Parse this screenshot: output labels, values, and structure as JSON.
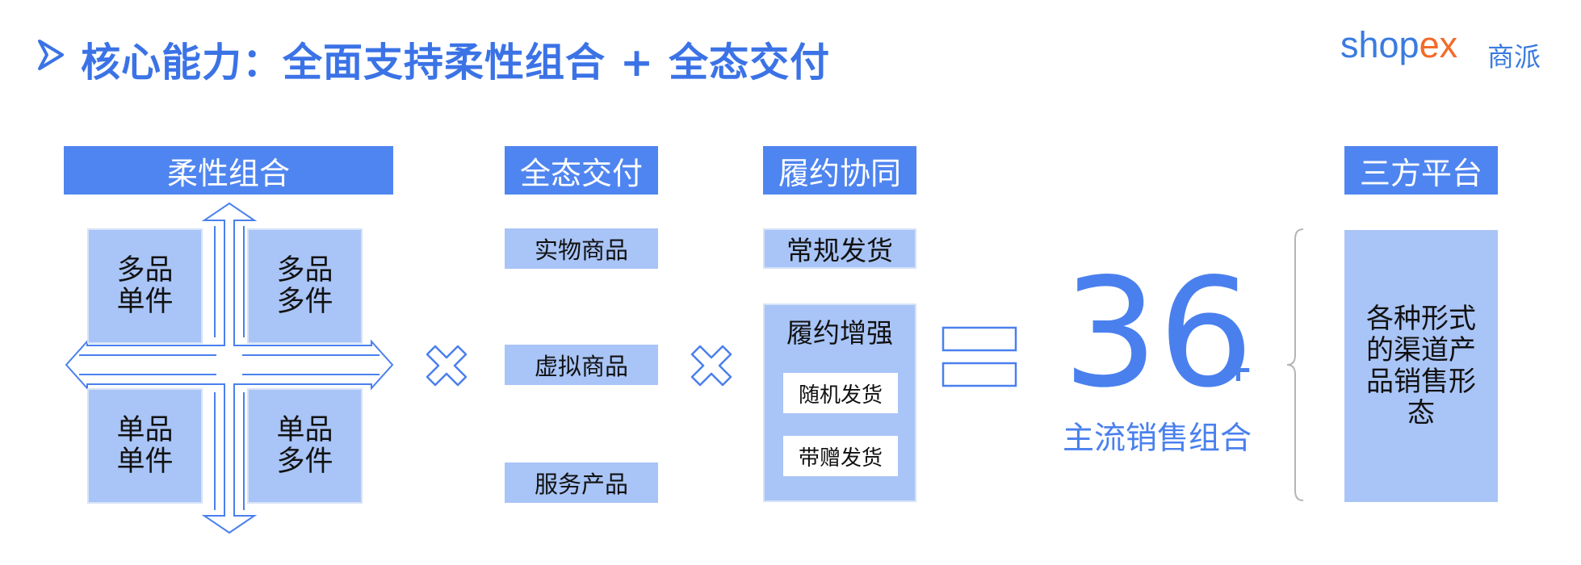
{
  "header": {
    "title": "核心能力：全面支持柔性组合 + 全态交付",
    "logo_text": "shopex",
    "logo_cn": "商派"
  },
  "flex_combo": {
    "header": "柔性组合",
    "quadrants": {
      "top_left": [
        "多品",
        "单件"
      ],
      "top_right": [
        "多品",
        "多件"
      ],
      "bottom_left": [
        "单品",
        "单件"
      ],
      "bottom_right": [
        "单品",
        "多件"
      ]
    }
  },
  "full_delivery": {
    "header": "全态交付",
    "items": [
      "实物商品",
      "虚拟商品",
      "服务产品"
    ]
  },
  "fulfillment": {
    "header": "履约协同",
    "regular": "常规发货",
    "enhanced": "履约增强",
    "sub_items": [
      "随机发货",
      "带赠发货"
    ]
  },
  "result": {
    "number": "36",
    "plus": "+",
    "label": "主流销售组合"
  },
  "platform": {
    "header": "三方平台",
    "content": "各种形式的渠道产品销售形态"
  },
  "colors": {
    "accent": "#4f85f0",
    "title": "#3b73e6",
    "light_box": "#a9c4f6",
    "logo_orange": "#f26b2a"
  },
  "icons": [
    "title-arrow-icon",
    "multiply-icon",
    "equals-icon",
    "cross-arrows-icon",
    "brace-icon"
  ]
}
